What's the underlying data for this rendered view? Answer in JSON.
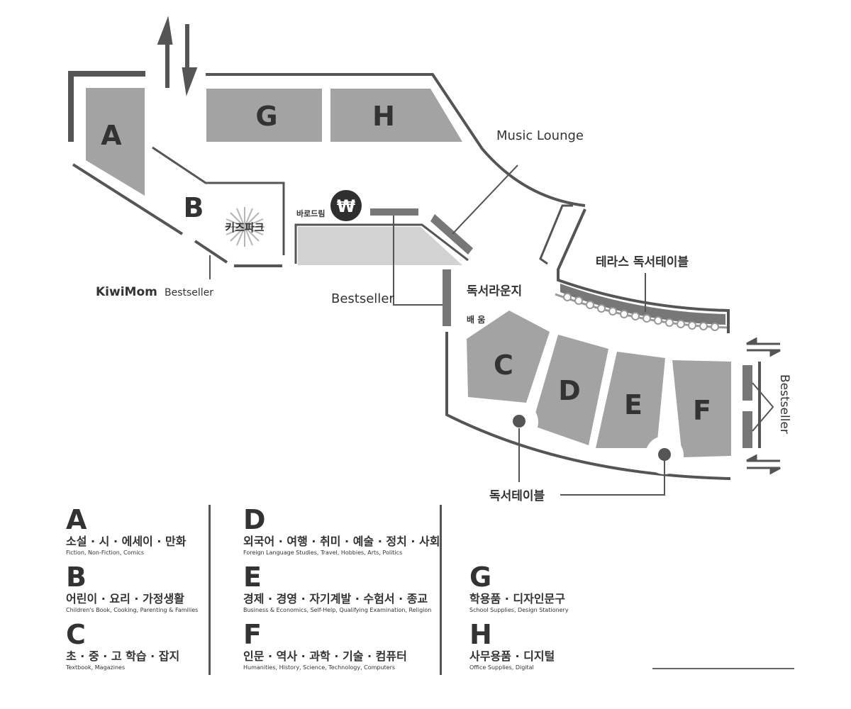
{
  "map": {
    "zones": {
      "A": "A",
      "B": "B",
      "C": "C",
      "D": "D",
      "E": "E",
      "F": "F",
      "G": "G",
      "H": "H"
    },
    "labels": {
      "music_lounge": "Music Lounge",
      "kids_park": "키즈파크",
      "barodrim": "바로드림",
      "won_symbol": "₩",
      "bestseller_center": "Bestseller",
      "kiwimom_brand": "KiwiMom",
      "kiwimom_bestseller": "Bestseller",
      "terrace_table": "테라스 독서테이블",
      "reading_lounge": "독서라운지",
      "baeum": "배 움",
      "reading_table": "독서테이블",
      "bestseller_right": "Bestseller"
    }
  },
  "legend": [
    [
      {
        "letter": "A",
        "ko": "소설 · 시 · 에세이 · 만화",
        "en": "Fiction, Non-Fiction, Comics"
      },
      {
        "letter": "B",
        "ko": "어린이 · 요리 · 가정생활",
        "en": "Children's Book, Cooking, Parenting & Families"
      },
      {
        "letter": "C",
        "ko": "초 · 중 · 고 학습 · 잡지",
        "en": "Textbook, Magazines"
      }
    ],
    [
      {
        "letter": "D",
        "ko": "외국어 · 여행 · 취미 · 예술 · 정치 · 사회",
        "en": "Foreign Language Studies, Travel, Hobbies, Arts, Politics"
      },
      {
        "letter": "E",
        "ko": "경제 · 경영 · 자기계발 · 수험서 · 종교",
        "en": "Business & Economics, Self-Help, Qualifying Examination, Religion"
      },
      {
        "letter": "F",
        "ko": "인문 · 역사 · 과학 · 기술 · 컴퓨터",
        "en": "Humanities, History, Science, Technology, Computers"
      }
    ],
    [
      {
        "letter": "G",
        "ko": "학용품 · 디자인문구",
        "en": "School Supplies, Design Stationery"
      },
      {
        "letter": "H",
        "ko": "사무용품 · 디지털",
        "en": "Office Supplies, Digital"
      }
    ]
  ],
  "colors": {
    "zone_fill": "#a3a3a3",
    "light_fill": "#d2d2d2",
    "wall": "#555555",
    "text": "#333333"
  }
}
